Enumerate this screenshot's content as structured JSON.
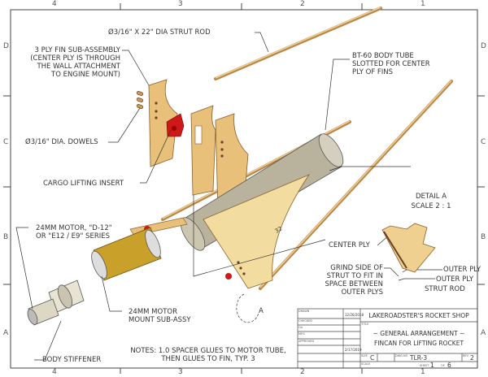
{
  "border": {
    "columns_top": [
      "4",
      "3",
      "2",
      "1"
    ],
    "columns_bottom": [
      "4",
      "3",
      "2",
      "1"
    ],
    "rows_left": [
      "D",
      "C",
      "B",
      "A"
    ],
    "rows_right": [
      "D",
      "C",
      "B",
      "A"
    ]
  },
  "callouts": {
    "strut_rod": "Ø3/16\" X 22\" DIA STRUT ROD",
    "fin_subassembly": [
      "3 PLY FIN SUB-ASSEMBLY",
      "(CENTER PLY IS THROUGH",
      "THE WALL ATTACHMENT",
      "TO ENGINE MOUNT)"
    ],
    "dowels": "Ø3/16\" DIA. DOWELS",
    "cargo_insert": "CARGO LIFTING INSERT",
    "body_tube": [
      "BT-60 BODY TUBE",
      "SLOTTED FOR CENTER",
      "PLY OF FINS"
    ],
    "motor": [
      "24MM MOTOR, \"D-12\"",
      "OR \"E12 / E9\" SERIES"
    ],
    "motor_mount": [
      "24MM MOTOR",
      "MOUNT SUB-ASSY"
    ],
    "body_stiffener": "BODY STIFFENER",
    "notes": [
      "NOTES: 1.0 SPACER GLUES TO MOTOR TUBE,",
      "THEN GLUES TO FIN, TYP. 3"
    ],
    "dimension": "32",
    "detail_marker": "A"
  },
  "detail": {
    "title": "DETAIL  A",
    "scale": "SCALE 2 : 1",
    "center_ply": "CENTER PLY",
    "grind_note": [
      "GRIND SIDE OF",
      "STRUT TO FIT IN",
      "SPACE BETWEEN",
      "OUTER PLYS"
    ],
    "outer_ply_1": "OUTER PLY",
    "outer_ply_2": "OUTER PLY",
    "strut_rod": "STRUT ROD"
  },
  "title_block": {
    "labels": {
      "drawn": "DRAWN",
      "checked": "CHECKED",
      "qa": "QA",
      "mfg": "MFG",
      "approved": "APPROVED",
      "title": "TITLE",
      "size": "SIZE",
      "dwg_no": "DWG NO",
      "rev": "REV",
      "scale": "SCALE",
      "sheet": "SHEET",
      "of": "OF"
    },
    "drawn_date": "12/26/2018",
    "approved_date": "2/17/2019",
    "company": "LAKEROADSTER'S ROCKET SHOP",
    "title_line1": "~ GENERAL ARRANGEMENT ~",
    "title_line2": "FINCAN FOR LIFTING ROCKET",
    "size": "C",
    "dwg_no": "TLR-3",
    "rev": "2",
    "sheet": "1",
    "sheet_of": "6"
  },
  "colors": {
    "wood": "#e8c07a",
    "wood_dark": "#b8864a",
    "tube": "#b9b39e",
    "insert": "#d01818",
    "motor_mount": "#c9a02a",
    "line": "#333333"
  }
}
